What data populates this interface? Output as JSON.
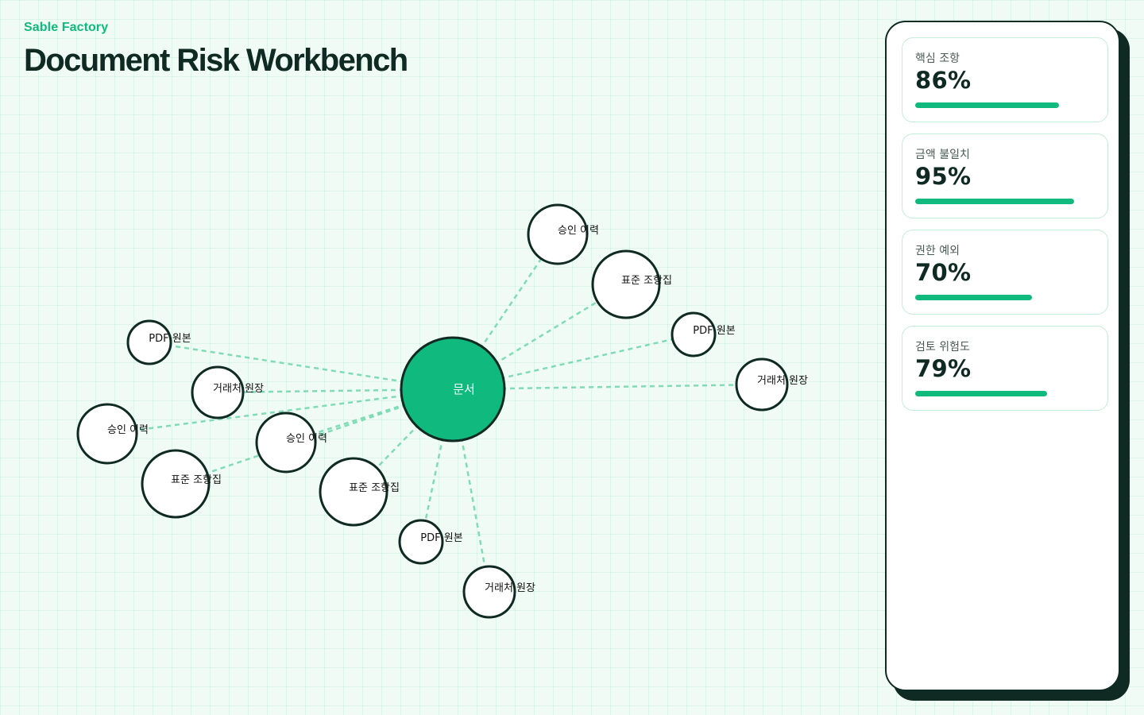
{
  "header": {
    "brand": "Sable Factory",
    "title": "Document Risk Workbench"
  },
  "colors": {
    "accent": "#10b97e",
    "ink": "#0f2a22",
    "edge": "#7fdcb4"
  },
  "chart_data": {
    "type": "network",
    "center": {
      "label": "문서"
    },
    "nodes": [
      {
        "label": "승인 이력"
      },
      {
        "label": "표준 조항집"
      },
      {
        "label": "PDF 원본"
      },
      {
        "label": "거래처 원장"
      },
      {
        "label": "거래처 원장"
      },
      {
        "label": "PDF 원본"
      },
      {
        "label": "표준 조항집"
      },
      {
        "label": "승인 이력"
      },
      {
        "label": "표준 조항집"
      },
      {
        "label": "승인 이력"
      },
      {
        "label": "거래처 원장"
      },
      {
        "label": "PDF 원본"
      }
    ]
  },
  "metrics": [
    {
      "label": "핵심 조항",
      "value": "86%",
      "fraction": 0.86
    },
    {
      "label": "금액 불일치",
      "value": "95%",
      "fraction": 0.95
    },
    {
      "label": "권한 예외",
      "value": "70%",
      "fraction": 0.7
    },
    {
      "label": "검토 위험도",
      "value": "79%",
      "fraction": 0.79
    }
  ]
}
